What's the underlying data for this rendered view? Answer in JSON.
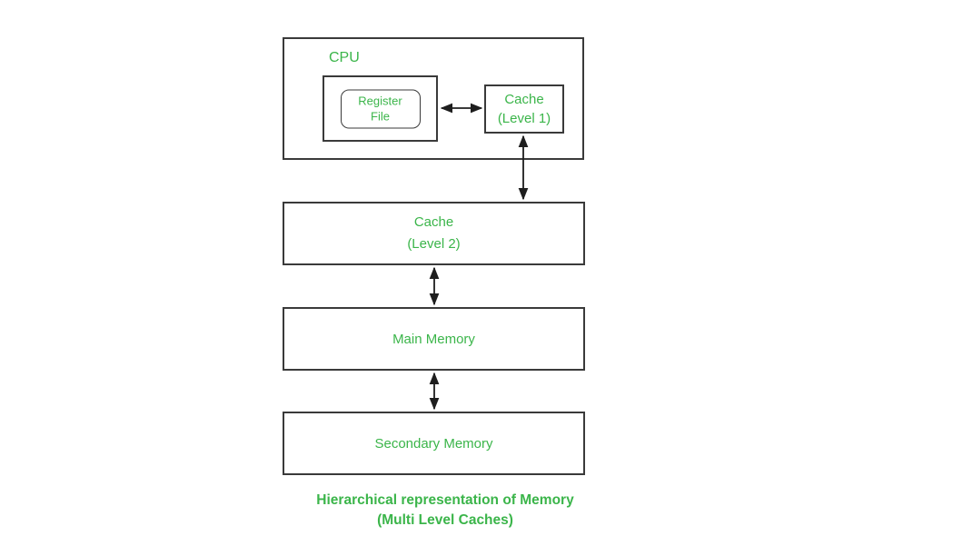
{
  "colors": {
    "green": "#3bb54a",
    "border": "#3a3a3a",
    "arrow": "#1e1e1e",
    "background": "#ffffff"
  },
  "diagram": {
    "cpu": {
      "label": "CPU"
    },
    "register_file": {
      "line1": "Register",
      "line2": "File"
    },
    "cache_l1": {
      "line1": "Cache",
      "line2": "(Level 1)"
    },
    "cache_l2": {
      "line1": "Cache",
      "line2": "(Level 2)"
    },
    "main_memory": {
      "label": "Main Memory"
    },
    "secondary_memory": {
      "label": "Secondary Memory"
    },
    "caption": {
      "line1": "Hierarchical representation of Memory",
      "line2": "(Multi Level Caches)"
    }
  }
}
